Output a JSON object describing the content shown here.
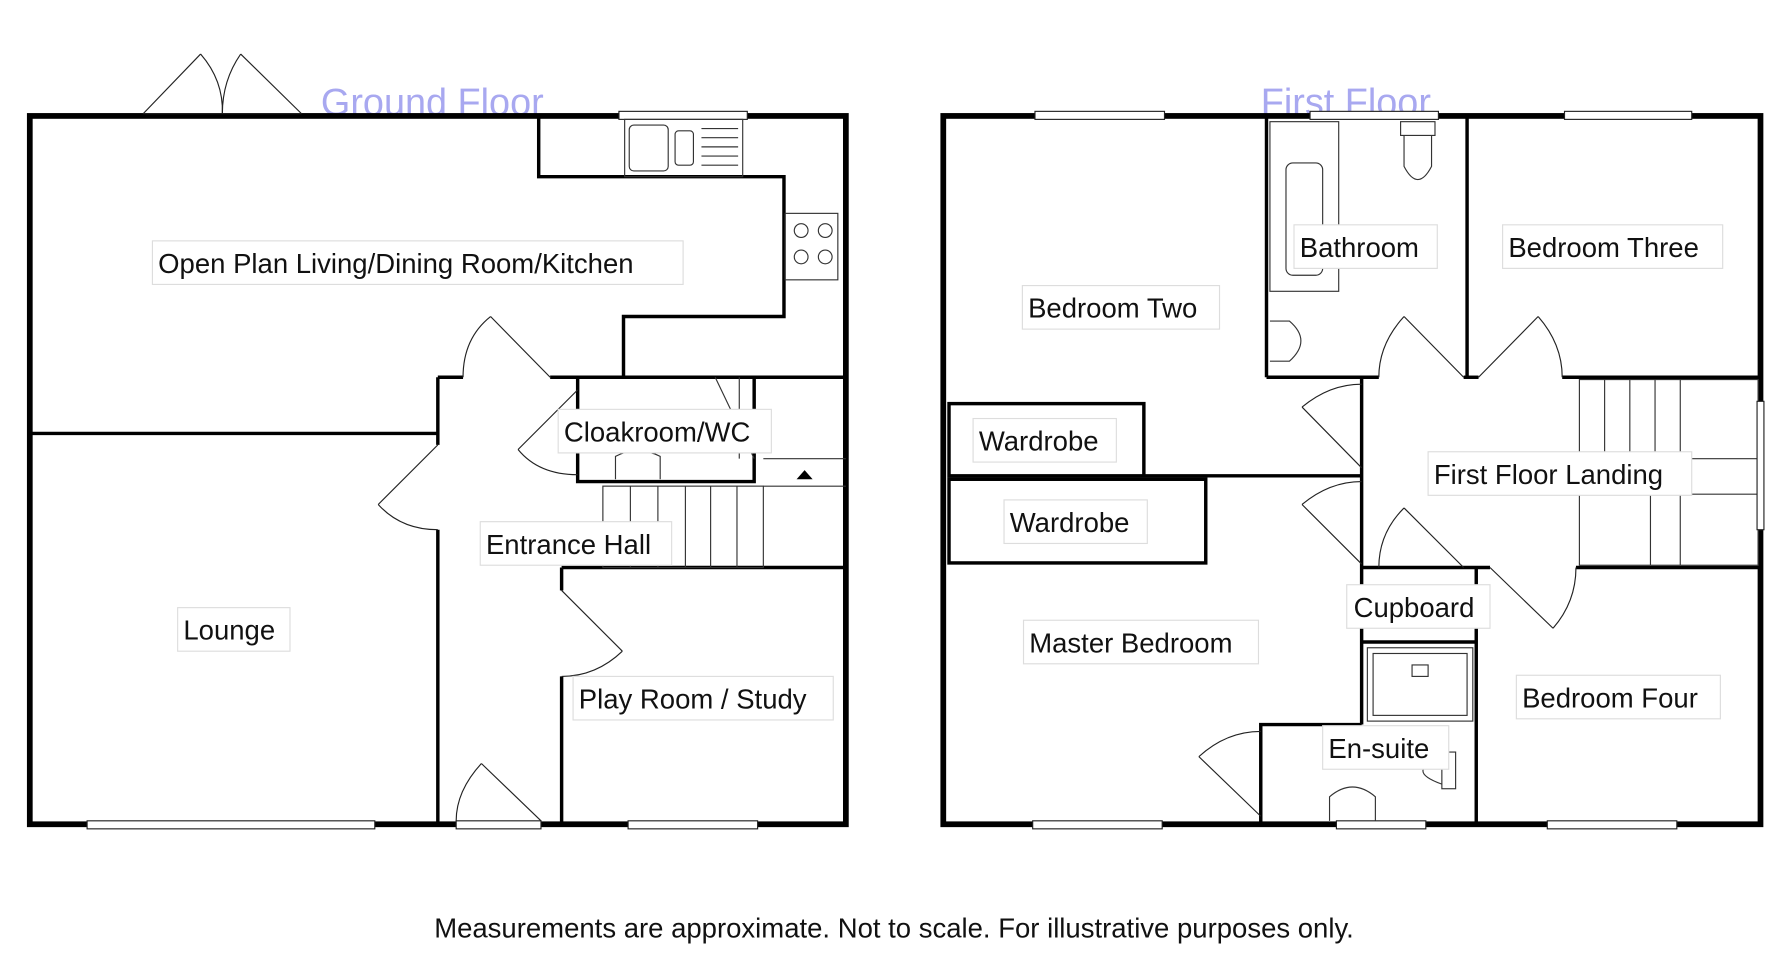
{
  "titles": {
    "ground": "Ground Floor",
    "first": "First Floor"
  },
  "ground_rooms": {
    "open_plan": "Open Plan Living/Dining Room/Kitchen",
    "cloakroom": "Cloakroom/WC",
    "entrance_hall": "Entrance Hall",
    "lounge": "Lounge",
    "play_room": "Play Room / Study"
  },
  "first_rooms": {
    "bedroom_two": "Bedroom Two",
    "bathroom": "Bathroom",
    "bedroom_three": "Bedroom Three",
    "wardrobe_1": "Wardrobe",
    "wardrobe_2": "Wardrobe",
    "landing": "First Floor Landing",
    "cupboard": "Cupboard",
    "master": "Master Bedroom",
    "bedroom_four": "Bedroom Four",
    "ensuite": "En-suite"
  },
  "disclaimer": "Measurements are approximate. Not to scale. For illustrative purposes only."
}
